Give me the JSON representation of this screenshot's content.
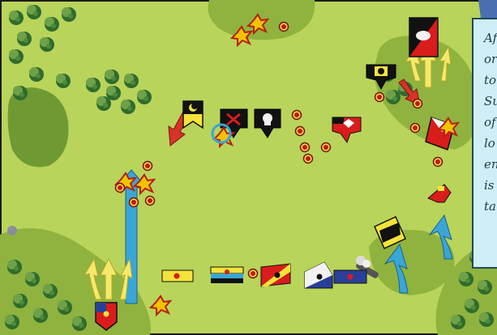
{
  "caption": {
    "lines": [
      "Af",
      "or",
      "to",
      "Su",
      "of",
      "lo",
      "en",
      "is",
      "ta"
    ]
  },
  "colors": {
    "grass": "#b9d45a",
    "hill": "#8fb33e",
    "hill_dark": "#6f9a33",
    "tree_dark": "#2f6b2d",
    "tree_light": "#6fa149",
    "river": "#4b6fb0",
    "arrow_red": "#d8322a",
    "arrow_yellow": "#f4e96a",
    "arrow_blue": "#3aa6d6",
    "banner_black": "#111111",
    "banner_yellow": "#f3e33a",
    "banner_red": "#d91c1c",
    "caption_bg": "#cfeef6"
  },
  "units": [
    {
      "name": "unit-moon-banner",
      "icon": "crescent-moon-icon"
    },
    {
      "name": "unit-axes-banner",
      "icon": "crossed-axes-icon"
    },
    {
      "name": "unit-skull-banner",
      "icon": "skull-icon"
    },
    {
      "name": "unit-eagle-red-banner",
      "icon": "eagle-icon"
    },
    {
      "name": "unit-moon-black-banner",
      "icon": "crescent-moon-icon"
    },
    {
      "name": "unit-wolf-banner",
      "icon": "wolf-icon"
    },
    {
      "name": "unit-dragon-flyer",
      "icon": "dragon-icon"
    },
    {
      "name": "unit-cannon",
      "icon": "cannon-icon"
    }
  ]
}
